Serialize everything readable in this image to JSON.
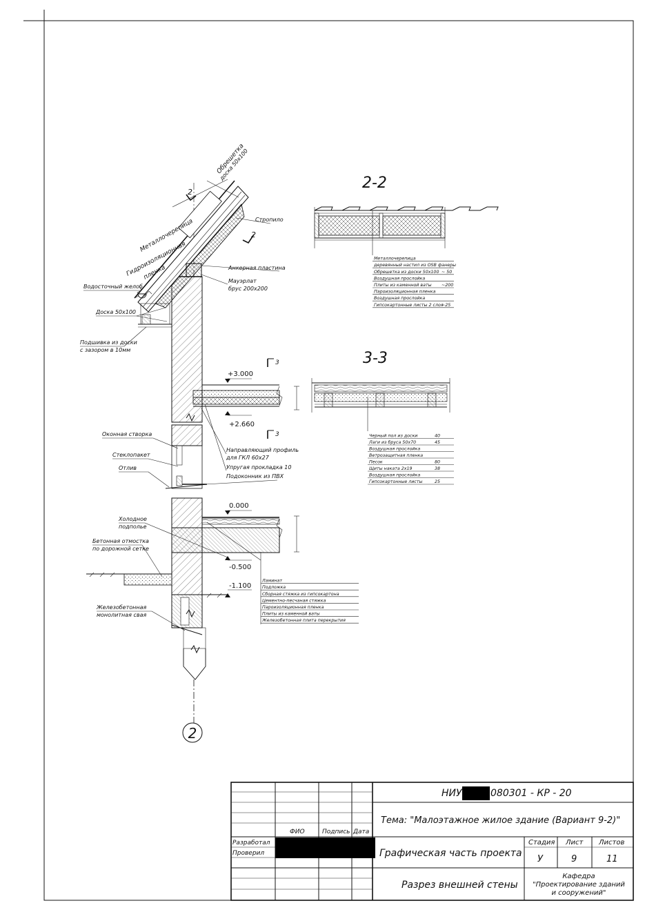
{
  "drawing": {
    "section_2_title": "2-2",
    "section_3_title": "3-3",
    "axis_label": "2",
    "cut_mark_2": "2",
    "cut_mark_3": "3",
    "roof_labels": {
      "obreshetka": "Обрешетка",
      "doska": "доска 50х100",
      "stropilo": "Стропило",
      "metallocherepitsa": "Металлочерепица",
      "gidro_1": "Гидроизоляционная",
      "gidro_2": "пленка",
      "ankernaya": "Анкерная пластина",
      "mauerlat_1": "Мауэрлат",
      "mauerlat_2": "брус 200х200",
      "zhelob": "Водосточный желоб",
      "doska_50": "Доска 50х100",
      "podshivka_1": "Подшивка из доски",
      "podshivka_2": "с зазором в 10мм"
    },
    "levels": {
      "l3000": "+3.000",
      "l2660": "+2.660",
      "l0000": "0.000",
      "lm0500": "-0.500",
      "lm1100": "-1.100"
    },
    "window_labels": {
      "stvorka": "Оконная створка",
      "steklopaket": "Стеклопакет",
      "otliv": "Отлив",
      "profil_1": "Направляющий профиль",
      "profil_2": "для ГКЛ 60х27",
      "prokladka": "Упругая прокладка 10",
      "podokonnik": "Подоконник из ПВХ"
    },
    "foundation_labels": {
      "kholodnoe_1": "Холодное",
      "kholodnoe_2": "подполье",
      "otmostka_1": "Бетонная отмостка",
      "otmostka_2": "по дорожной сетке",
      "svaya_1": "Железобетонная",
      "svaya_2": "монолитная свая"
    },
    "roof_layers": [
      {
        "name": "Металлочерепица",
        "value": ""
      },
      {
        "name": "деревянный настил из OSB фанеры",
        "value": ""
      },
      {
        "name": "Обрешетка из доски 50х100",
        "value": "~ 50"
      },
      {
        "name": "Воздушная прослойка",
        "value": ""
      },
      {
        "name": "Плиты из каменной ваты",
        "value": "~200"
      },
      {
        "name": "Пароизоляционная пленка",
        "value": ""
      },
      {
        "name": "Воздушная прослойка",
        "value": ""
      },
      {
        "name": "Гипсокартонные листы 2 слоя",
        "value": "~25"
      }
    ],
    "floor_layers": [
      {
        "name": "Черный пол из доски",
        "value": "40"
      },
      {
        "name": "Лаги из бруса 50х70",
        "value": "45"
      },
      {
        "name": "Воздушная прослойка",
        "value": ""
      },
      {
        "name": "Ветрозащитная пленка",
        "value": ""
      },
      {
        "name": "Песок",
        "value": "80"
      },
      {
        "name": "Щиты наката 2х19",
        "value": "38"
      },
      {
        "name": "Воздушная прослойка",
        "value": ""
      },
      {
        "name": "Гипсокартонные листы",
        "value": "25"
      }
    ],
    "ground_layers": [
      "Ламинат",
      "Подложка",
      "Сборная стяжка из гипсокартона",
      "Цементно-песчаная стяжка",
      "Пароизоляционная пленка",
      "Плиты из каменной ваты",
      "Железобетонная плита перекрытия"
    ]
  },
  "title_block": {
    "code_prefix": "НИУ",
    "code_suffix": "080301 - КР - 20",
    "topic": "Тема: \"Малоэтажное жилое здание (Вариант 9-2)\"",
    "col_fio": "ФИО",
    "col_signature": "Подпись",
    "col_date": "Дата",
    "row_developed": "Разработал",
    "row_checked": "Проверил",
    "section_name": "Графическая часть проекта",
    "stage_label": "Стадия",
    "sheet_label": "Лист",
    "sheets_label": "Листов",
    "stage_value": "У",
    "sheet_value": "9",
    "sheets_value": "11",
    "drawing_name": "Разрез внешней стены",
    "dept_1": "Кафедра",
    "dept_2": "\"Проектирование зданий",
    "dept_3": "и сооружений\""
  }
}
